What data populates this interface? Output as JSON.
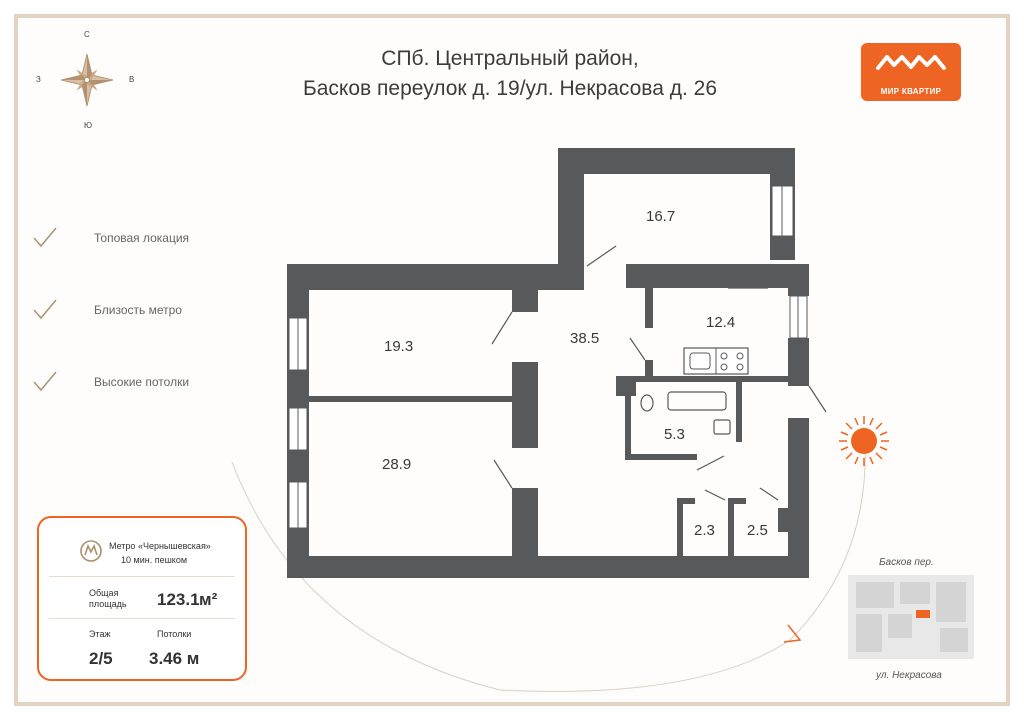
{
  "header": {
    "title_line1": "СПб. Центральный район,",
    "title_line2": "Басков переулок д. 19/ул. Некрасова д. 26"
  },
  "logo": {
    "text": "МИР КВАРТИР",
    "color": "#ee6422"
  },
  "compass": {
    "north": "С",
    "south": "Ю",
    "west": "З",
    "east": "В"
  },
  "features": [
    {
      "label": "Топовая локация"
    },
    {
      "label": "Близость  метро"
    },
    {
      "label": "Высокие потолки"
    }
  ],
  "info": {
    "metro_name": "Метро «Чернышевская»",
    "metro_time": "10 мин. пешком",
    "area_label_line1": "Общая",
    "area_label_line2": "площадь",
    "area_value": "123.1",
    "area_unit": "м²",
    "floor_label": "Этаж",
    "floor_value": "2/5",
    "ceiling_label": "Потолки",
    "ceiling_value": "3.46 м"
  },
  "rooms": [
    {
      "area": "16.7"
    },
    {
      "area": "19.3"
    },
    {
      "area": "38.5"
    },
    {
      "area": "12.4"
    },
    {
      "area": "28.9"
    },
    {
      "area": "5.3"
    },
    {
      "area": "2.3"
    },
    {
      "area": "2.5"
    }
  ],
  "location_map": {
    "street_top": "Басков пер.",
    "street_bottom": "ул. Некрасова"
  },
  "colors": {
    "accent": "#ee6422",
    "wall": "#58595b",
    "frame": "#e3d3c2"
  }
}
